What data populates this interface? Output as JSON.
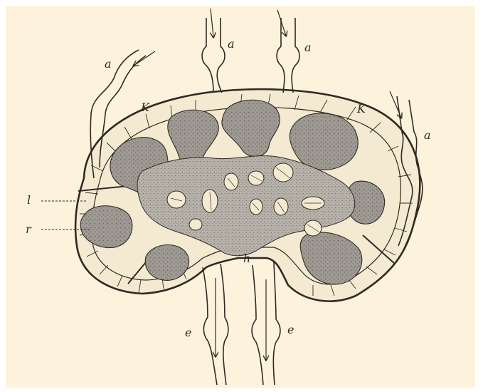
{
  "figure": {
    "colors": {
      "background": "#fdf3dc",
      "ink": "#2f2a24",
      "pulp": "#9e9a93",
      "pulp_dark": "#7f7b74",
      "sinus": "#f4ead2"
    },
    "labels": {
      "afferent_top_left": "a",
      "afferent_top_right": "a",
      "afferent_left": "a",
      "afferent_right": "a",
      "capsule_left": "K",
      "capsule_right": "K",
      "lymph_sinus": "l",
      "cortex_follicle": "r",
      "hilus": "h",
      "efferent_left": "e",
      "efferent_right": "e"
    }
  }
}
